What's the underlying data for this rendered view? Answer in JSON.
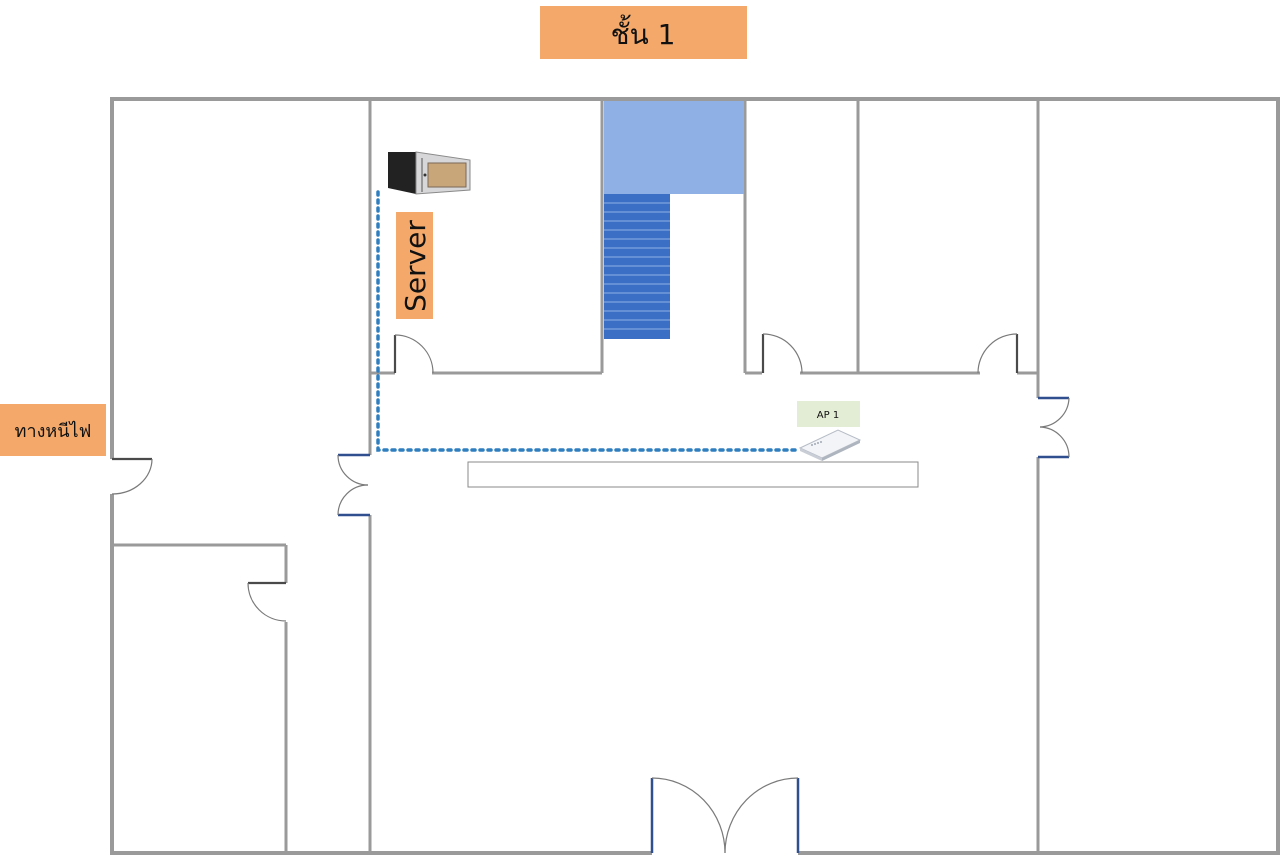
{
  "title": "ชั้น 1",
  "labels": {
    "server": "Server",
    "fire_exit": "ทางหนีไฟ",
    "ap1": "AP 1"
  },
  "icons": {
    "server_rack": "server-rack-icon",
    "access_point": "wifi-access-point-icon",
    "stairs": "stairs-icon"
  },
  "colors": {
    "label_orange": "#f4a96b",
    "ap_label_green": "#e3ecd4",
    "stair_landing": "#8eb0e4",
    "stair_steps": "#3b6fc6",
    "cable": "#2f7fc0",
    "wall": "#9a9a9a"
  }
}
